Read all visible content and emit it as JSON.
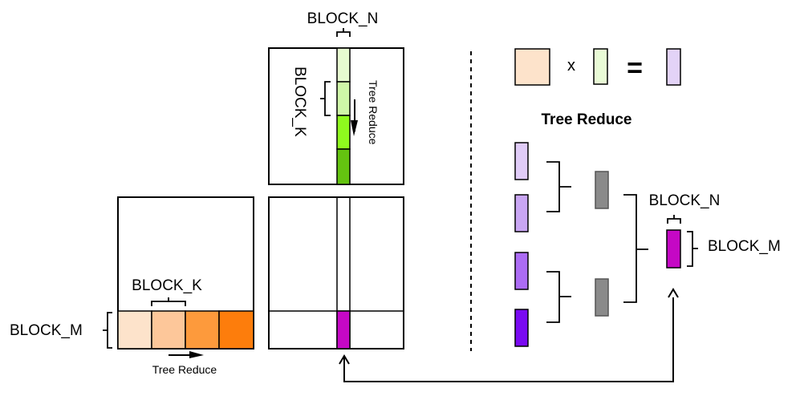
{
  "labels": {
    "block_n_top": "BLOCK_N",
    "block_k_vertical": "BLOCK_K",
    "tree_reduce_vertical": "Tree Reduce",
    "block_k_a": "BLOCK_K",
    "block_m_a": "BLOCK_M",
    "tree_reduce_a": "Tree Reduce",
    "legend_times": "x",
    "legend_equals": "=",
    "tree_reduce_title": "Tree Reduce",
    "block_n_right": "BLOCK_N",
    "block_m_right": "BLOCK_M"
  },
  "colors": {
    "a_blocks": [
      "#fde3cb",
      "#fdc79a",
      "#fd9a3c",
      "#fd7d0c"
    ],
    "b_blocks": [
      "#e6fbd0",
      "#cff7a8",
      "#8ffa1e",
      "#64c310"
    ],
    "c_block": "#c508c5",
    "legend_a": "#fde3cb",
    "legend_b": "#e9fbd6",
    "legend_c": "#e3d3f7",
    "tree_leaves": [
      "#e0ccf7",
      "#c9a6f3",
      "#ac6cf4",
      "#7a0af2"
    ],
    "tree_mid": "#8a8a8a",
    "tree_root": "#c508c5"
  }
}
